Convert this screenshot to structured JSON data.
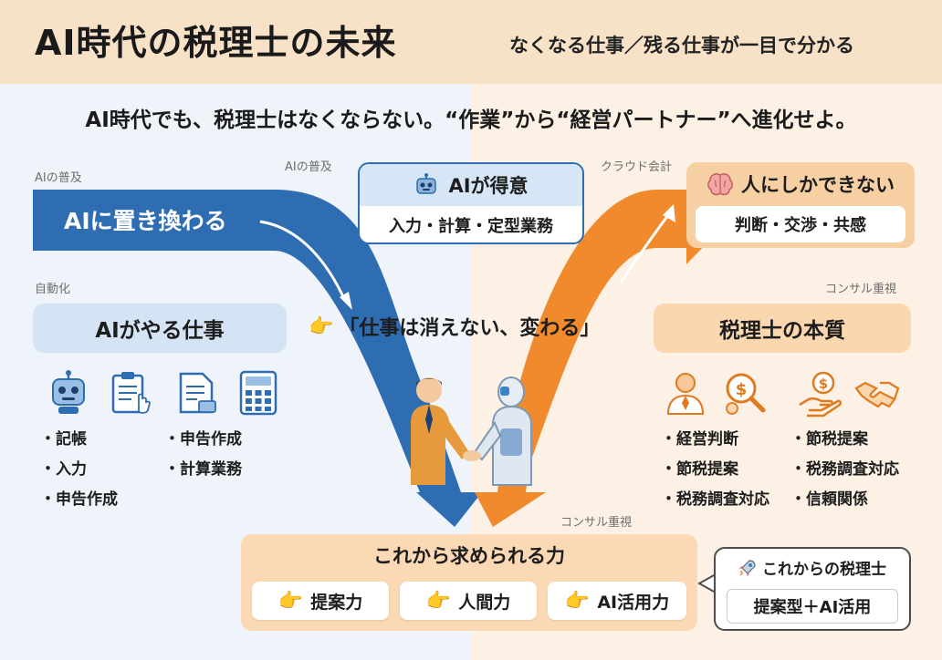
{
  "header": {
    "title": "AI時代の税理士の未来",
    "subtitle": "なくなる仕事／残る仕事が一目で分かる"
  },
  "message": "AI時代でも、税理士はなくならない。“作業”から“経営パートナー”へ進化せよ。",
  "labels": {
    "ai_spread_left": "AIの普及",
    "ai_spread_center": "AIの普及",
    "cloud_accounting": "クラウド会計",
    "automation": "自動化",
    "consult_focus_right": "コンサル重視",
    "consult_focus_bottom": "コンサル重視"
  },
  "ai_good": {
    "title": "AIが得意",
    "items": "入力・計算・定型業務",
    "icon": "robot-icon"
  },
  "human_only": {
    "title": "人にしかできない",
    "items": "判断・交渉・共感",
    "icon": "brain-icon"
  },
  "replace": "AIに置き換わる",
  "ai_does": {
    "title": "AIがやる仕事",
    "list_left": [
      "記帳",
      "入力",
      "申告作成"
    ],
    "list_right": [
      "申告作成",
      "計算業務"
    ],
    "icons": [
      "robot-icon",
      "clipboard-icon",
      "document-icon",
      "calculator-icon"
    ]
  },
  "center_quote": "「仕事は消えない、変わる」",
  "essence": {
    "title": "税理士の本質",
    "list_left": [
      "経営判断",
      "節税提案",
      "税務調査対応"
    ],
    "list_right": [
      "節税提案",
      "税務調査対応",
      "信頼関係"
    ],
    "icons": [
      "businessman-icon",
      "money-search-icon",
      "money-hand-icon",
      "handshake-icon"
    ]
  },
  "required": {
    "title": "これから求められる力",
    "skills": [
      "提案力",
      "人間力",
      "AI活用力"
    ]
  },
  "future": {
    "title": "これからの税理士",
    "body": "提案型＋AI活用",
    "icon": "rocket-icon"
  },
  "colors": {
    "blue": "#2f6db3",
    "orange": "#f08a2c",
    "header_bg": "#f7e2c8"
  }
}
